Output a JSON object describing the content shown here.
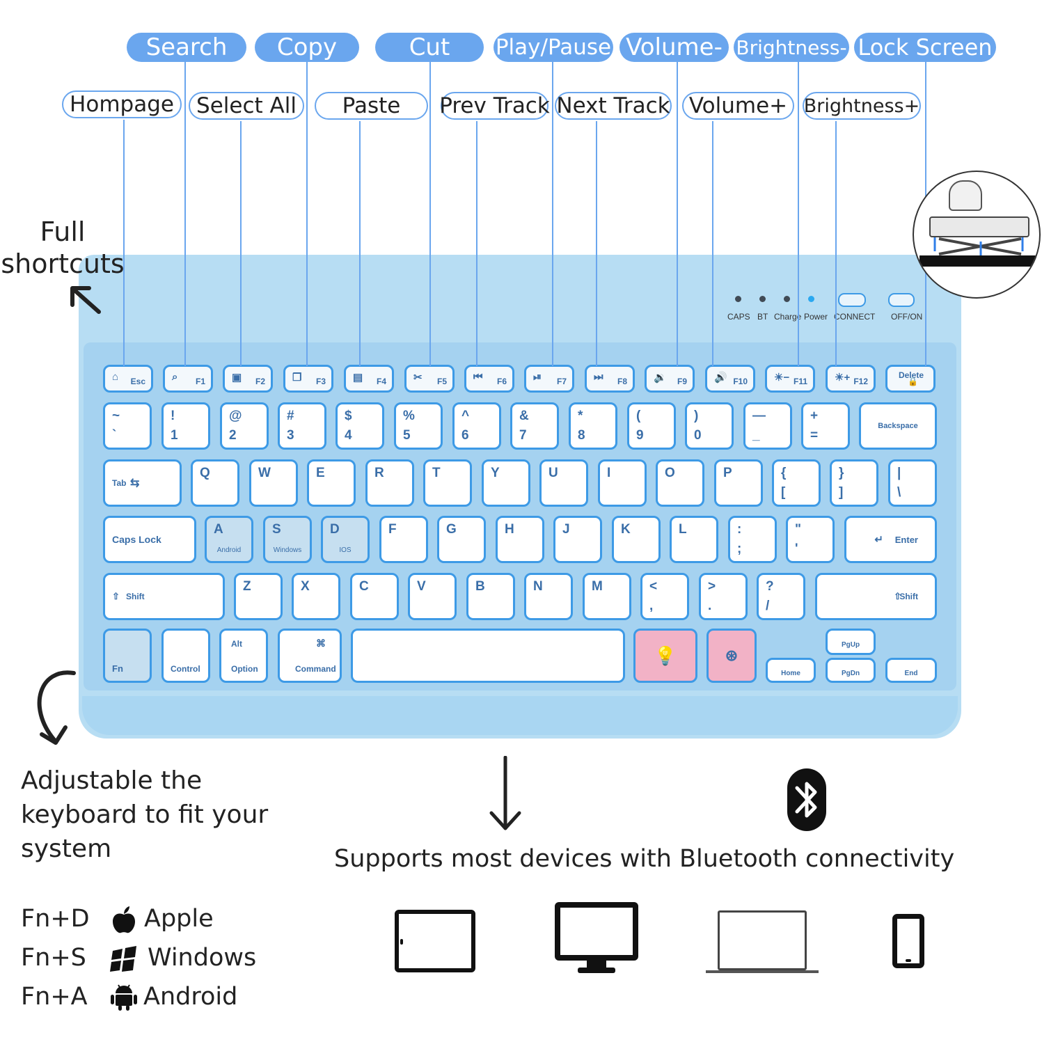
{
  "top_labels": [
    "Search",
    "Copy",
    "Cut",
    "Play/Pause",
    "Volume-",
    "Brightness-",
    "Lock Screen"
  ],
  "second_labels": [
    "Hompage",
    "Select All",
    "Paste",
    "Prev Track",
    "Next Track",
    "Volume+",
    "Brightness+"
  ],
  "full_shortcuts": [
    "Full",
    "shortcuts"
  ],
  "indicators": {
    "caps": "CAPS",
    "bt": "BT",
    "charge": "Charge",
    "power": "Power",
    "connect": "CONNECT",
    "onoff": "OFF/ON"
  },
  "fn_row": [
    "Esc",
    "F1",
    "F2",
    "F3",
    "F4",
    "F5",
    "F6",
    "F7",
    "F8",
    "F9",
    "F10",
    "F11",
    "F12",
    "Delete"
  ],
  "number_row": [
    [
      "~",
      "`"
    ],
    [
      "!",
      "1"
    ],
    [
      "@",
      "2"
    ],
    [
      "#",
      "3"
    ],
    [
      "$",
      "4"
    ],
    [
      "%",
      "5"
    ],
    [
      "^",
      "6"
    ],
    [
      "&",
      "7"
    ],
    [
      "*",
      "8"
    ],
    [
      "(",
      "9"
    ],
    [
      ")",
      "0"
    ],
    [
      "—",
      "_"
    ],
    [
      "+",
      "="
    ]
  ],
  "backspace": "Backspace",
  "qwerty_row": [
    "Q",
    "W",
    "E",
    "R",
    "T",
    "Y",
    "U",
    "I",
    "O",
    "P"
  ],
  "tab": "Tab",
  "brackets": [
    [
      "{",
      "["
    ],
    [
      "}",
      "]"
    ],
    [
      "|",
      "\\"
    ]
  ],
  "caps": "Caps Lock",
  "asd_row": [
    [
      "A",
      "Android"
    ],
    [
      "S",
      "Windows"
    ],
    [
      "D",
      "IOS"
    ]
  ],
  "home_row": [
    "F",
    "G",
    "H",
    "J",
    "K",
    "L"
  ],
  "home_punct": [
    [
      ":",
      ";"
    ],
    [
      "\"",
      "'"
    ]
  ],
  "enter": "Enter",
  "shift": "Shift",
  "z_row": [
    "Z",
    "X",
    "C",
    "V",
    "B",
    "N",
    "M"
  ],
  "z_punct": [
    [
      "<",
      ","
    ],
    [
      ">",
      "."
    ],
    [
      "?",
      "/"
    ]
  ],
  "bottom": {
    "fn": "Fn",
    "control": "Control",
    "alt": "Alt",
    "option": "Option",
    "cmd_symbol": "⌘",
    "command": "Command",
    "pgup": "PgUp",
    "pgdn": "PgDn",
    "home": "Home",
    "end": "End"
  },
  "adjust_text": [
    "Adjustable the",
    "keyboard to fit your",
    "system"
  ],
  "os_list": [
    {
      "combo": "Fn+D",
      "icon": "apple-icon",
      "name": "Apple"
    },
    {
      "combo": "Fn+S",
      "icon": "windows-icon",
      "name": "Windows"
    },
    {
      "combo": "Fn+A",
      "icon": "android-icon",
      "name": "Android"
    }
  ],
  "supports_text": "Supports most devices with Bluetooth connectivity",
  "device_icons": [
    "tablet-icon",
    "monitor-icon",
    "laptop-icon",
    "phone-icon"
  ],
  "colors": {
    "accent": "#6aa6ee",
    "key_border": "#3d9ae6",
    "keyboard": "#b7ddf3",
    "pink": "#f2b2c6"
  }
}
